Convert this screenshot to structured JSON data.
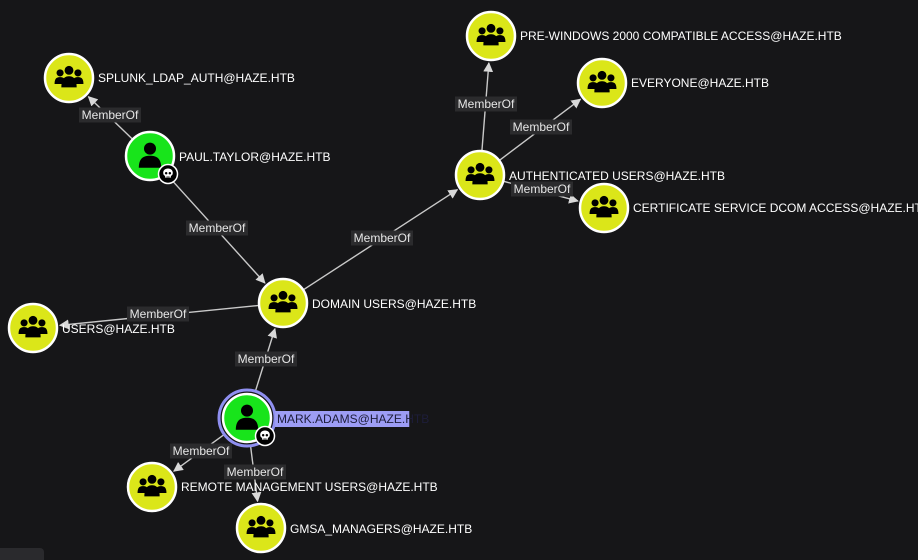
{
  "graph": {
    "edge_label": "MemberOf",
    "colors": {
      "background": "#161618",
      "group_fill": "#dbe619",
      "user_fill": "#18e41b",
      "node_ring": "#ffffff",
      "selected_ring": "#8f8ff0",
      "selected_label_bg": "#9d9df5",
      "edge": "#c9c9c9",
      "edge_label_bg": "#2b2b2d"
    },
    "nodes": [
      {
        "id": "pre_windows",
        "kind": "group",
        "icon": "group-icon",
        "label": "PRE-WINDOWS 2000 COMPATIBLE ACCESS@HAZE.HTB"
      },
      {
        "id": "everyone",
        "kind": "group",
        "icon": "group-icon",
        "label": "EVERYONE@HAZE.HTB"
      },
      {
        "id": "splunk",
        "kind": "group",
        "icon": "group-icon",
        "label": "SPLUNK_LDAP_AUTH@HAZE.HTB"
      },
      {
        "id": "paul",
        "kind": "user",
        "icon": "user-icon",
        "badge": "skull-icon",
        "label": "PAUL.TAYLOR@HAZE.HTB"
      },
      {
        "id": "auth_users",
        "kind": "group",
        "icon": "group-icon",
        "label": "AUTHENTICATED USERS@HAZE.HTB"
      },
      {
        "id": "cert_dcom",
        "kind": "group",
        "icon": "group-icon",
        "label": "CERTIFICATE SERVICE DCOM ACCESS@HAZE.HTB"
      },
      {
        "id": "domain_users",
        "kind": "group",
        "icon": "group-icon",
        "label": "DOMAIN USERS@HAZE.HTB"
      },
      {
        "id": "users",
        "kind": "group",
        "icon": "group-icon",
        "label": "USERS@HAZE.HTB"
      },
      {
        "id": "mark",
        "kind": "user",
        "icon": "user-icon",
        "badge": "skull-icon",
        "selected": true,
        "label": "MARK.ADAMS@HAZE.HTB"
      },
      {
        "id": "remote_mgmt",
        "kind": "group",
        "icon": "group-icon",
        "label": "REMOTE MANAGEMENT USERS@HAZE.HTB"
      },
      {
        "id": "gmsa",
        "kind": "group",
        "icon": "group-icon",
        "label": "GMSA_MANAGERS@HAZE.HTB"
      }
    ],
    "edges": [
      {
        "from": "paul",
        "to": "splunk",
        "label": "MemberOf"
      },
      {
        "from": "paul",
        "to": "domain_users",
        "label": "MemberOf"
      },
      {
        "from": "domain_users",
        "to": "auth_users",
        "label": "MemberOf"
      },
      {
        "from": "auth_users",
        "to": "pre_windows",
        "label": "MemberOf"
      },
      {
        "from": "auth_users",
        "to": "everyone",
        "label": "MemberOf"
      },
      {
        "from": "auth_users",
        "to": "cert_dcom",
        "label": "MemberOf"
      },
      {
        "from": "domain_users",
        "to": "users",
        "label": "MemberOf"
      },
      {
        "from": "mark",
        "to": "domain_users",
        "label": "MemberOf"
      },
      {
        "from": "mark",
        "to": "remote_mgmt",
        "label": "MemberOf"
      },
      {
        "from": "mark",
        "to": "gmsa",
        "label": "MemberOf"
      }
    ]
  }
}
